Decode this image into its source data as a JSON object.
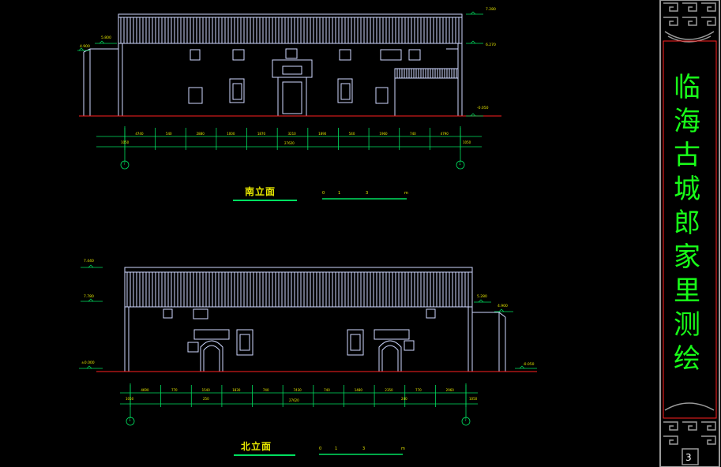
{
  "project_title": [
    "临",
    "海",
    "古",
    "城",
    "郎",
    "家",
    "里",
    "测",
    "绘"
  ],
  "page_number": "3",
  "south_elevation": {
    "title": "南立面",
    "scale_ticks": [
      "0",
      "1",
      "3",
      "m"
    ],
    "levels_left": [
      "4.900",
      "5.800"
    ],
    "levels_right": [
      "7.280",
      "6.270",
      "-0.050"
    ],
    "dims_top": [
      "4740",
      "540",
      "2880",
      "1000",
      "1870",
      "3210",
      "1890",
      "540",
      "1960",
      "740",
      "4790"
    ],
    "dims_bottom": [
      "1050",
      "27620",
      "1050"
    ],
    "axes": [
      "7",
      "1"
    ]
  },
  "north_elevation": {
    "title": "北立面",
    "scale_ticks": [
      "0",
      "1",
      "3",
      "m"
    ],
    "levels_left": [
      "7.440",
      "7.780",
      "±0.000"
    ],
    "levels_right": [
      "5.280",
      "4.900",
      "-0.050"
    ],
    "dims_top": [
      "4690",
      "770",
      "1540",
      "1830",
      "740",
      "7430",
      "740",
      "1480",
      "2350",
      "770",
      "2960"
    ],
    "dims_bottom": [
      "1050",
      "250",
      "27620",
      "240",
      "1050"
    ],
    "axes": [
      "1",
      "7"
    ]
  },
  "colors": {
    "background": "#000000",
    "ground": "#ff2020",
    "facade": "#cfd8ff",
    "dimension": "#00e060",
    "text": "#e8e800",
    "title_green": "#19ff19",
    "border": "#9a9a9a"
  }
}
